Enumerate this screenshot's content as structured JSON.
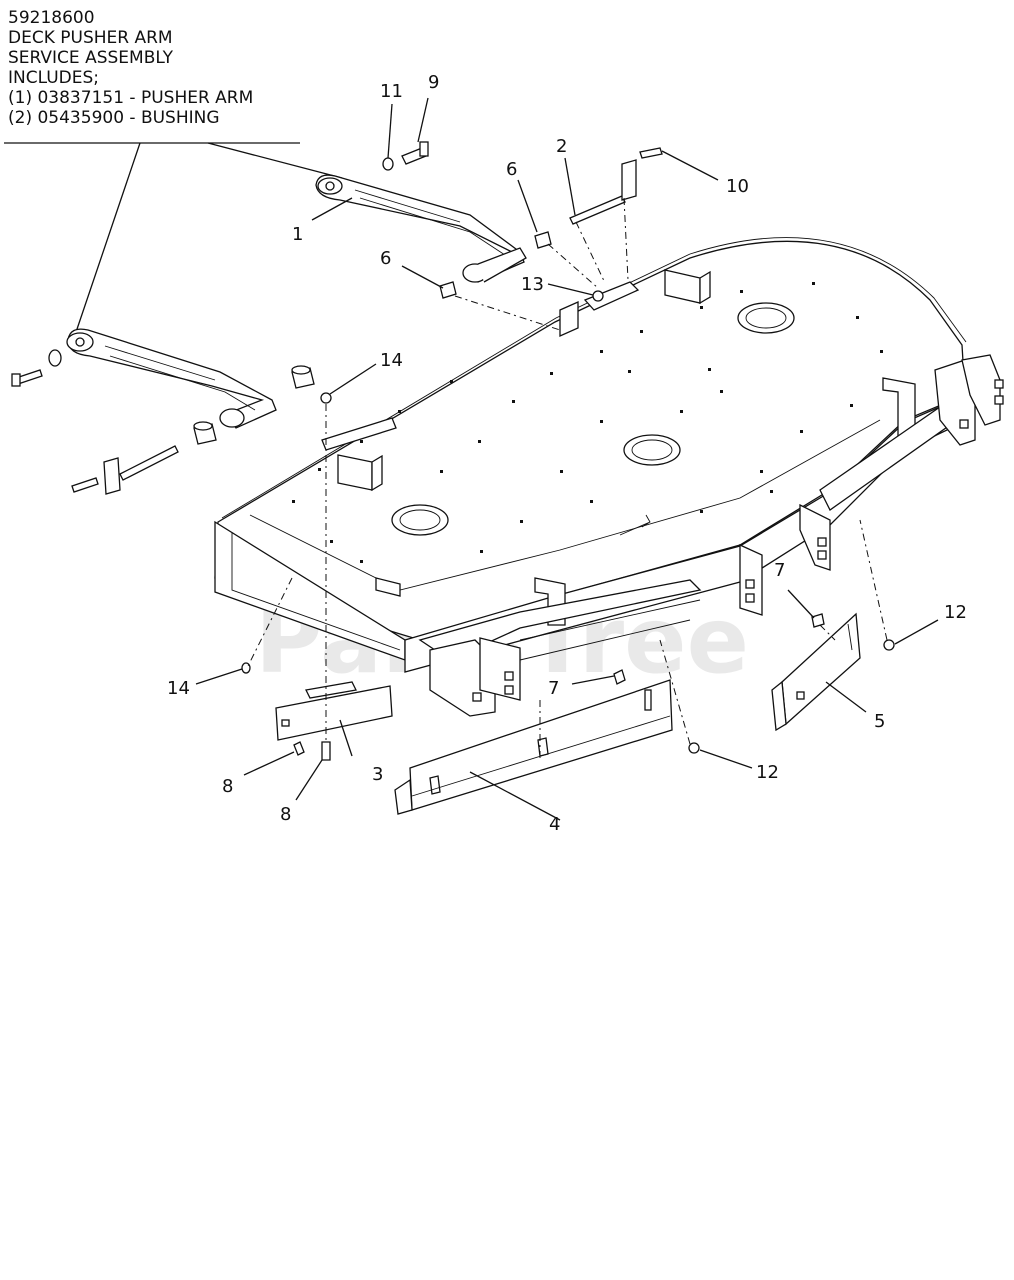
{
  "note": {
    "lines": [
      "59218600",
      "DECK PUSHER ARM",
      "SERVICE ASSEMBLY",
      "INCLUDES;",
      "(1) 03837151 - PUSHER ARM",
      "(2) 05435900 - BUSHING"
    ]
  },
  "watermark": "PartsTree",
  "callouts": {
    "c1": "1",
    "c2": "2",
    "c3": "3",
    "c4": "4",
    "c5": "5",
    "c6a": "6",
    "c6b": "6",
    "c7a": "7",
    "c7b": "7",
    "c8a": "8",
    "c8b": "8",
    "c9": "9",
    "c10": "10",
    "c11": "11",
    "c12a": "12",
    "c12b": "12",
    "c13": "13",
    "c14a": "14",
    "c14b": "14"
  }
}
